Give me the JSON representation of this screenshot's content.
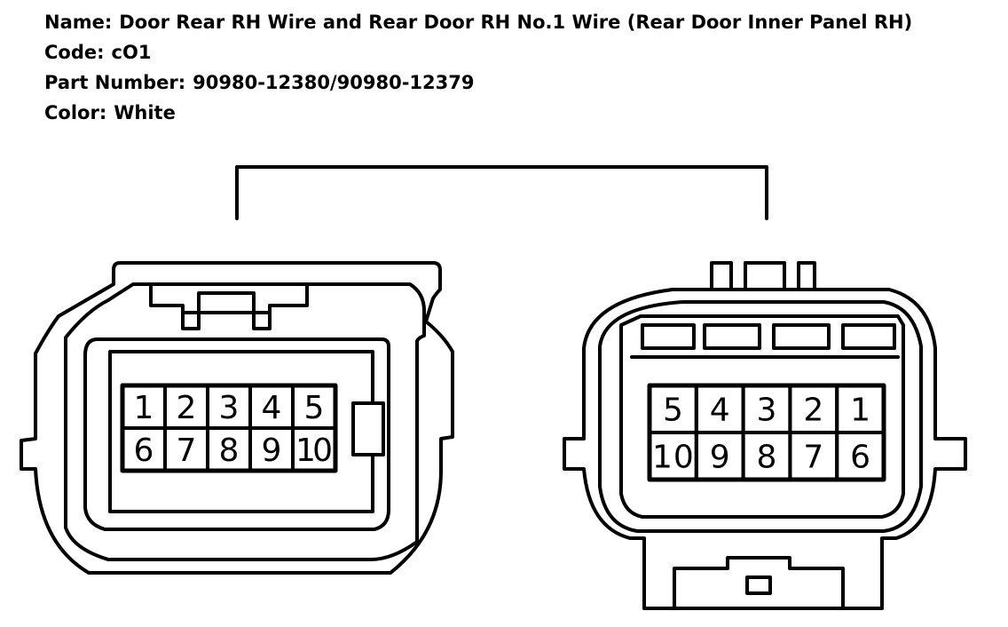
{
  "info": {
    "name_label": "Name:",
    "name_value": "Door Rear RH Wire and Rear Door RH No.1 Wire (Rear Door Inner Panel RH)",
    "code_label": "Code:",
    "code_value": "cO1",
    "part_label": "Part Number:",
    "part_value": "90980-12380/90980-12379",
    "color_label": "Color:",
    "color_value": "White"
  },
  "left_connector": {
    "top_row": [
      "1",
      "2",
      "3",
      "4",
      "5"
    ],
    "bottom_row": [
      "6",
      "7",
      "8",
      "9",
      "10"
    ]
  },
  "right_connector": {
    "top_row": [
      "5",
      "4",
      "3",
      "2",
      "1"
    ],
    "bottom_row": [
      "10",
      "9",
      "8",
      "7",
      "6"
    ]
  }
}
